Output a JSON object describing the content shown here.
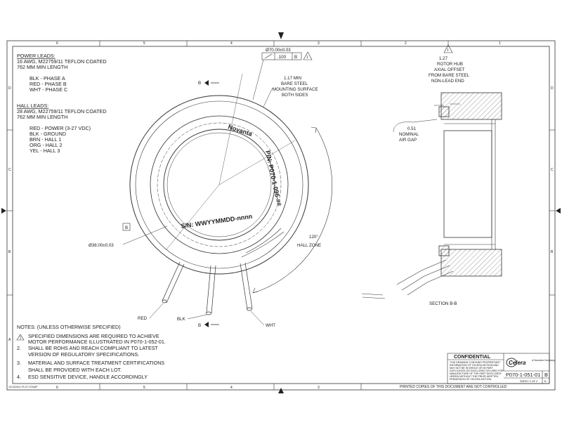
{
  "border": {
    "col_labels": [
      "6",
      "5",
      "4",
      "3",
      "2",
      "1"
    ],
    "row_labels": [
      "D",
      "C",
      "B",
      "A"
    ]
  },
  "power_leads": {
    "heading": "POWER LEADS:",
    "lines": [
      "16 AWG, M22759/11 TEFLON COATED",
      "762 MM MIN LENGTH",
      "",
      "BLK - PHASE A",
      "RED - PHASE B",
      "WHT - PHASE C"
    ]
  },
  "hall_leads": {
    "heading": "HALL LEADS:",
    "lines": [
      "28 AWG, M22759/11 TEFLON COATED",
      "762 MM MIN LENGTH",
      "",
      "RED - POWER (3-27 VDC)",
      "BLK - GROUND",
      "BRN - HALL 1",
      "ORG - HALL 2",
      "YEL - HALL 3"
    ]
  },
  "front_view": {
    "outer_dia": "Ø70.00±0.03",
    "fcf_tolerance": ".100",
    "fcf_datum": "B",
    "flag_note": "1",
    "bare_steel_note": [
      "1.17 MIN",
      "BARE STEEL",
      "MOUNTING SURFACE",
      "BOTH SIDES"
    ],
    "section_mark": "B",
    "brand": "Novanta",
    "part_number": "P/N: P070-1-096-##",
    "serial_number": "S/N: WWYYMMDD-nnnn",
    "hall_zone": [
      "120°",
      "HALL ZONE"
    ],
    "inner_dia": "Ø38.00±0.03",
    "inner_datum": "B",
    "lead_red": "RED",
    "lead_blk": "BLK",
    "lead_wht": "WHT"
  },
  "section_view": {
    "flag_note": "1",
    "rotor_note": [
      "1.27",
      "ROTOR HUB",
      "AXIAL OFFSET",
      "FROM BARE STEEL",
      "NON-LEAD END"
    ],
    "air_gap_note": [
      "0.51",
      "NOMINAL",
      "AIR GAP"
    ],
    "title": "SECTION B-B"
  },
  "notes": {
    "heading": "NOTES: (UNLESS OTHERWISE SPECIFIED)",
    "items": [
      {
        "num": "1",
        "lines": [
          "SPECIFIED DIMENSIONS ARE REQUIRED TO ACHIEVE",
          "MOTOR PERFORMANCE ILLUSTRATED IN P070-1-052-01."
        ]
      },
      {
        "num": "2.",
        "lines": [
          "SHALL BE ROHS AND REACH COMPLIANT TO LATEST",
          "VERSION OF REGULATORY SPECIFICATIONS."
        ]
      },
      {
        "num": "3.",
        "lines": [
          "MATERIAL AND SURFACE TREATMENT CERTIFICATIONS",
          "SHALL BE PROVIDED WITH EACH LOT."
        ]
      },
      {
        "num": "4.",
        "lines": [
          "ESD SENSITIVE DEVICE, HANDLE ACCORDINGLY"
        ]
      }
    ]
  },
  "title_block": {
    "confidential": "CONFIDENTIAL",
    "legal": [
      "THIS DRAWING CONTAINS PROPRIETARY",
      "INFORMATION OF CELERA MOTION AND",
      "MAY NOT BE IN WHOLE OR IN PART",
      "DUPLICATED OR DISCLOSED OR USED FOR",
      "MANUFACTURE OF THE PART DISCLOSED",
      "HEREIN WITHOUT THE PRIOR WRITTEN",
      "PERMISSION OF CELERA MOTION."
    ],
    "company": "Celera",
    "company_sub": "A Novanta Company",
    "drawing_number": "P070-1-051-01",
    "revision": "B",
    "sheet": "SHEET 2 OF 2"
  },
  "printed_copies": "PRINTED COPIES OF THIS DOCUMENT ARE NOT CONTROLLED",
  "plot_stamp": "12/13/2021 PLOT STAMP"
}
